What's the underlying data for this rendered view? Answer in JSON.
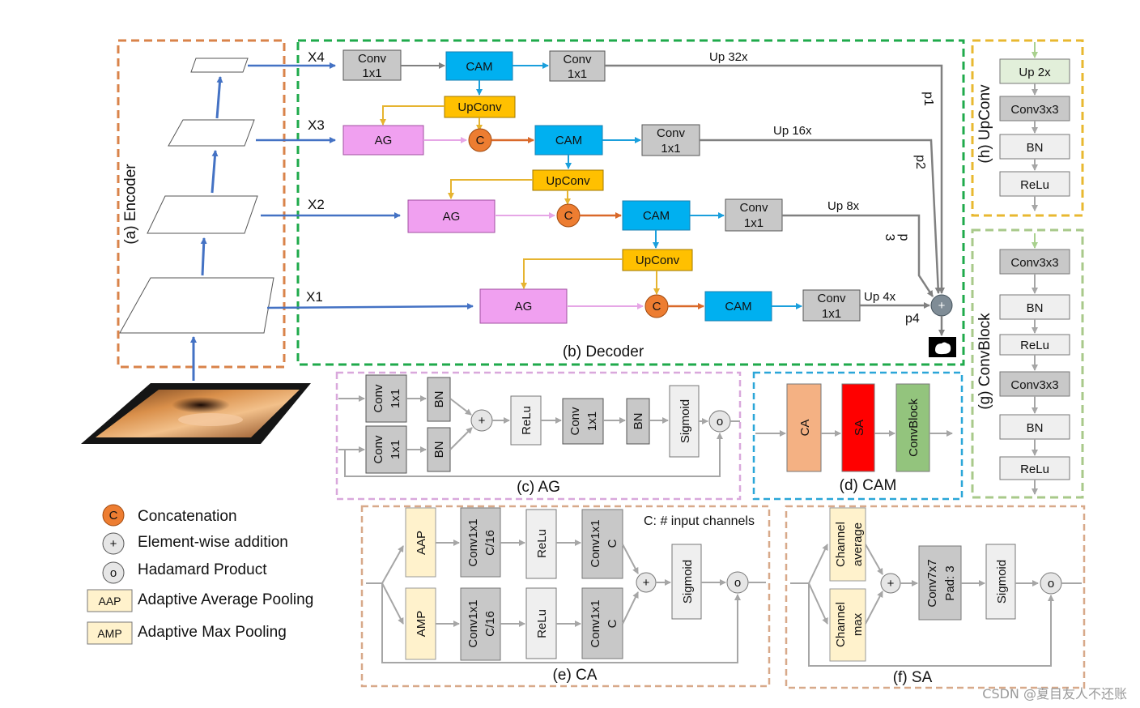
{
  "encoder": {
    "title": "(a) Encoder",
    "inputs": [
      "X4",
      "X3",
      "X2",
      "X1"
    ]
  },
  "decoder": {
    "title": "(b) Decoder",
    "conv": [
      "Conv",
      "1x1"
    ],
    "cam": "CAM",
    "upconv": "UpConv",
    "ag": "AG",
    "concat": "C",
    "ups": [
      "Up 32x",
      "Up 16x",
      "Up 8x",
      "Up 4x"
    ],
    "p1": "p1",
    "p2": "p2",
    "p3_top": "p",
    "p3_bottom": "3",
    "p4": "p4",
    "plus": "+"
  },
  "ag_block": {
    "title": "(c) AG",
    "conv": [
      "Conv",
      "1x1"
    ],
    "bn": "BN",
    "relu": "ReLu",
    "sigmoid": "Sigmoid",
    "plus": "+",
    "hadamard": "o"
  },
  "cam_block": {
    "title": "(d) CAM",
    "ca": "CA",
    "sa": "SA",
    "convblock": "ConvBlock"
  },
  "ca_block": {
    "title": "(e) CA",
    "note": "C: # input channels",
    "aap": "AAP",
    "amp": "AMP",
    "conv1": [
      "Conv1x1",
      "C/16"
    ],
    "conv2": [
      "Conv1x1",
      "C"
    ],
    "relu": "ReLu",
    "sigmoid": "Sigmoid",
    "plus": "+",
    "hadamard": "o"
  },
  "sa_block": {
    "title": "(f) SA",
    "ch_avg": [
      "Channel",
      "average"
    ],
    "ch_max": [
      "Channel",
      "max"
    ],
    "conv": [
      "Conv7x7",
      "Pad: 3"
    ],
    "sigmoid": "Sigmoid",
    "plus": "+",
    "hadamard": "o"
  },
  "upconv_block": {
    "title": "(h) UpConv",
    "items": [
      "Up 2x",
      "Conv3x3",
      "BN",
      "ReLu"
    ]
  },
  "convblock_block": {
    "title": "(g) ConvBlock",
    "items": [
      "Conv3x3",
      "BN",
      "ReLu",
      "Conv3x3",
      "BN",
      "ReLu"
    ]
  },
  "legend": {
    "concat": {
      "sym": "C",
      "label": "Concatenation"
    },
    "add": {
      "sym": "+",
      "label": "Element-wise addition"
    },
    "hadamard": {
      "sym": "o",
      "label": "Hadamard Product"
    },
    "aap": {
      "sym": "AAP",
      "label": "Adaptive Average Pooling"
    },
    "amp": {
      "sym": "AMP",
      "label": "Adaptive Max Pooling"
    }
  },
  "watermark": "CSDN @夏目友人不还账",
  "colors": {
    "encoder_border": "#d9834a",
    "decoder_border": "#1faa4b",
    "ag_border": "#d9a8dc",
    "cam_border": "#2aa6d8",
    "ca_border": "#d8a98a",
    "upconv_border": "#e8b830",
    "convblock_border": "#a8c98a",
    "cam_fill": "#00b0f0",
    "upconv_fill": "#ffc000",
    "ag_fill": "#f0a0f0",
    "concat_fill": "#ed7d31",
    "conv_fill": "#c8c8c8",
    "ca_fill": "#f4b183",
    "sa_fill": "#ff0000",
    "convblock_fill": "#93c47d",
    "pool_fill": "#fff2cc",
    "up2x_fill": "#e2efda",
    "light_fill": "#efefef",
    "blue_arrow": "#4472c4",
    "gold_arrow": "#e6b430",
    "gray_arrow": "#808080"
  }
}
